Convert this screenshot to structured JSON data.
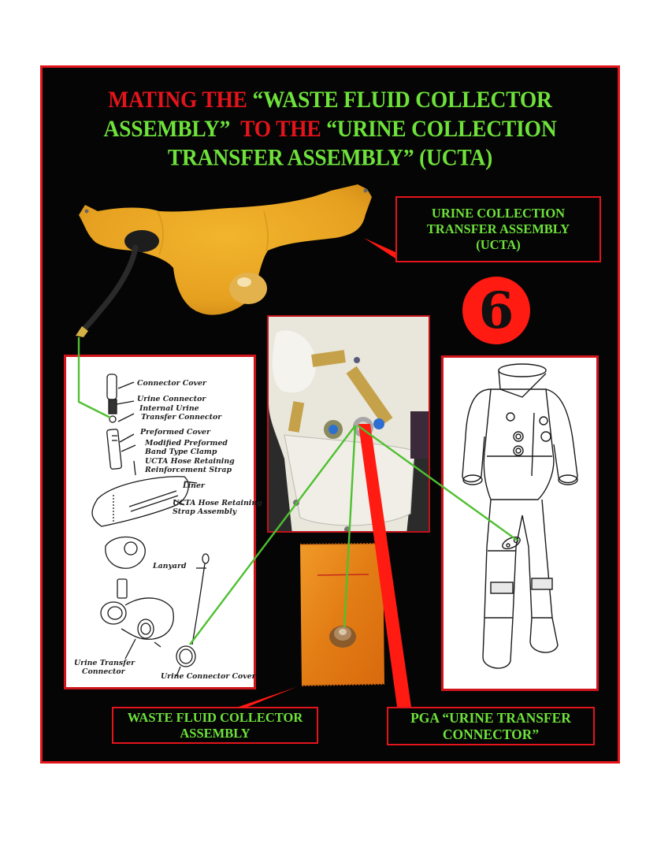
{
  "title": {
    "line1": [
      {
        "text": "MATING THE ",
        "color": "red"
      },
      {
        "text": "“WASTE FLUID COLLECTOR",
        "color": "green"
      }
    ],
    "line2": [
      {
        "text": "ASSEMBLY”  ",
        "color": "green"
      },
      {
        "text": "TO THE ",
        "color": "red"
      },
      {
        "text": "“URINE COLLECTION",
        "color": "green"
      }
    ],
    "line3": [
      {
        "text": "TRANSFER ASSEMBLY” (UCTA)",
        "color": "green"
      }
    ]
  },
  "step_badge": "6",
  "callouts": {
    "ucta": [
      "URINE COLLECTION",
      "TRANSFER ASSEMBLY",
      "(UCTA)"
    ],
    "waste_fluid": [
      "WASTE FLUID COLLECTOR",
      "ASSEMBLY"
    ],
    "pga_connector": [
      "PGA “URINE TRANSFER",
      "CONNECTOR”"
    ]
  },
  "diagram_labels": {
    "connector_cover": "Connector Cover",
    "urine_connector": "Urine Connector",
    "internal_urine_1": "Internal Urine",
    "internal_urine_2": "Transfer Connector",
    "preformed_cover": "Preformed Cover",
    "modified_1": "Modified Preformed",
    "modified_2": "Band Type Clamp",
    "hose_reinf_1": "UCTA Hose Retaining",
    "hose_reinf_2": "Reinforcement Strap",
    "liner": "Liner",
    "hose_strap_1": "UCTA Hose Retaining",
    "hose_strap_2": "Strap Assembly",
    "lanyard": "Lanyard",
    "urine_transfer_1": "Urine Transfer",
    "urine_transfer_2": "Connector",
    "urine_connector_cover": "Urine Connector Cover"
  },
  "colors": {
    "background": "#050505",
    "frame_red": "#e3141b",
    "label_green": "#6ee23a",
    "callout_line_green": "#4fc030",
    "badge_red": "#ff1a12",
    "ucta_yellow": "#e9a823",
    "bag_orange": "#e7861a"
  }
}
